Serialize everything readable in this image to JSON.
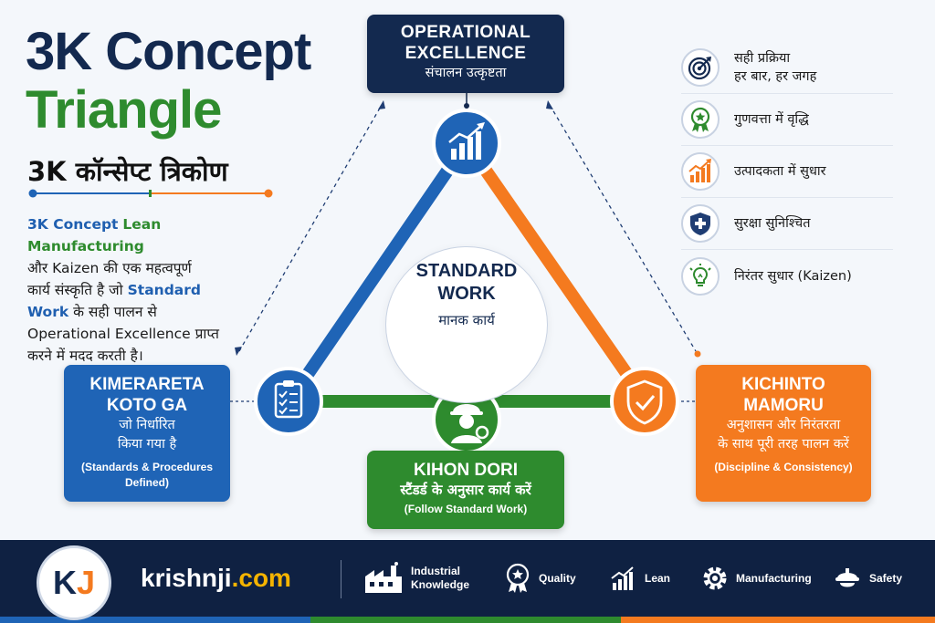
{
  "title": {
    "line1": "3K Concept",
    "line2": "Triangle",
    "hindi": "3K कॉन्सेप्ट त्रिकोण"
  },
  "intro": {
    "p1_blue": "3K Concept",
    "p1_green": "Lean Manufacturing",
    "p2": "और Kaizen की एक महत्वपूर्ण",
    "p3_a": "कार्य संस्कृति है जो",
    "p3_blue": "Standard",
    "p4_blue": "Work",
    "p4_b": "के सही पालन से",
    "p5": "Operational Excellence प्राप्त",
    "p6": "करने में मदद करती है।"
  },
  "top_box": {
    "en1": "OPERATIONAL",
    "en2": "EXCELLENCE",
    "hi": "संचालन उत्कृष्टता"
  },
  "left_box": {
    "en1": "KIMERARETA",
    "en2": "KOTO GA",
    "hi1": "जो निर्धारित",
    "hi2": "किया गया है",
    "note1": "(Standards & Procedures",
    "note2": "Defined)"
  },
  "right_box": {
    "en1": "KICHINTO",
    "en2": "MAMORU",
    "hi1": "अनुशासन और निरंतरता",
    "hi2": "के साथ पूरी तरह पालन करें",
    "note": "(Discipline & Consistency)"
  },
  "bottom_box": {
    "en": "KIHON DORI",
    "hi": "स्टैंडर्ड के अनुसार कार्य करें",
    "note": "(Follow Standard Work)"
  },
  "center": {
    "en1": "STANDARD",
    "en2": "WORK",
    "hi": "मानक कार्य"
  },
  "benefits": [
    {
      "icon": "target-icon",
      "line1": "सही प्रक्रिया",
      "line2": "हर बार, हर जगह"
    },
    {
      "icon": "award-icon",
      "line1": "गुणवत्ता में वृद्धि",
      "line2": ""
    },
    {
      "icon": "growth-chart-icon",
      "line1": "उत्पादकता में सुधार",
      "line2": ""
    },
    {
      "icon": "shield-plus-icon",
      "line1": "सुरक्षा सुनिश्चित",
      "line2": ""
    },
    {
      "icon": "bulb-icon",
      "line1": "निरंतर सुधार (Kaizen)",
      "line2": ""
    }
  ],
  "footer": {
    "logo_k": "K",
    "logo_j": "J",
    "brand_name": "krishnji",
    "brand_domain": ".com",
    "items": [
      {
        "icon": "factory-icon",
        "line1": "Industrial",
        "line2": "Knowledge"
      },
      {
        "icon": "quality-badge-icon",
        "line1": "Quality",
        "line2": ""
      },
      {
        "icon": "lean-chart-icon",
        "line1": "Lean",
        "line2": ""
      },
      {
        "icon": "gear-icon",
        "line1": "Manufacturing",
        "line2": ""
      },
      {
        "icon": "helmet-icon",
        "line1": "Safety",
        "line2": ""
      }
    ]
  },
  "colors": {
    "navy": "#13294f",
    "blue": "#1f64b6",
    "orange": "#f47a1f",
    "green": "#2e8b2e"
  }
}
